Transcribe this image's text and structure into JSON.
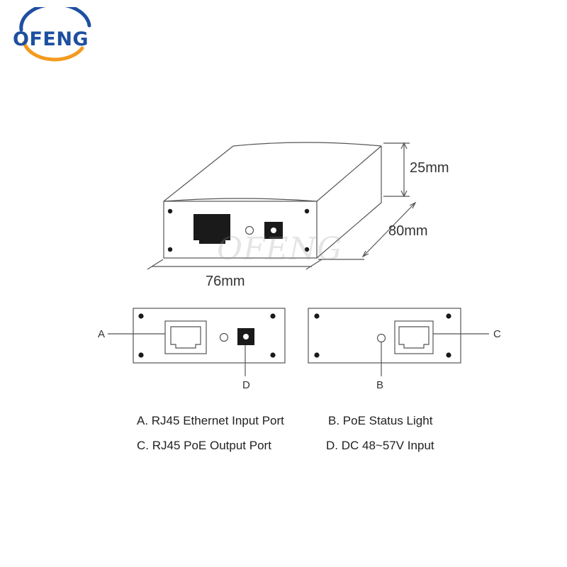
{
  "logo": {
    "brand": "OFENG",
    "colors": {
      "ring_blue": "#1d4fa0",
      "ring_orange": "#f39a1e",
      "text": "#1d4fa0"
    }
  },
  "watermark": "OFENG",
  "dimensions": {
    "height": "25mm",
    "depth": "80mm",
    "width": "76mm"
  },
  "callouts": {
    "a": "A",
    "b": "B",
    "c": "C",
    "d": "D"
  },
  "legend": {
    "a": "A. RJ45 Ethernet Input Port",
    "b": "B. PoE Status Light",
    "c": "C. RJ45 PoE Output Port",
    "d": "D. DC 48~57V Input"
  },
  "colors": {
    "line": "#555555",
    "port_fill": "#1a1a1a"
  }
}
